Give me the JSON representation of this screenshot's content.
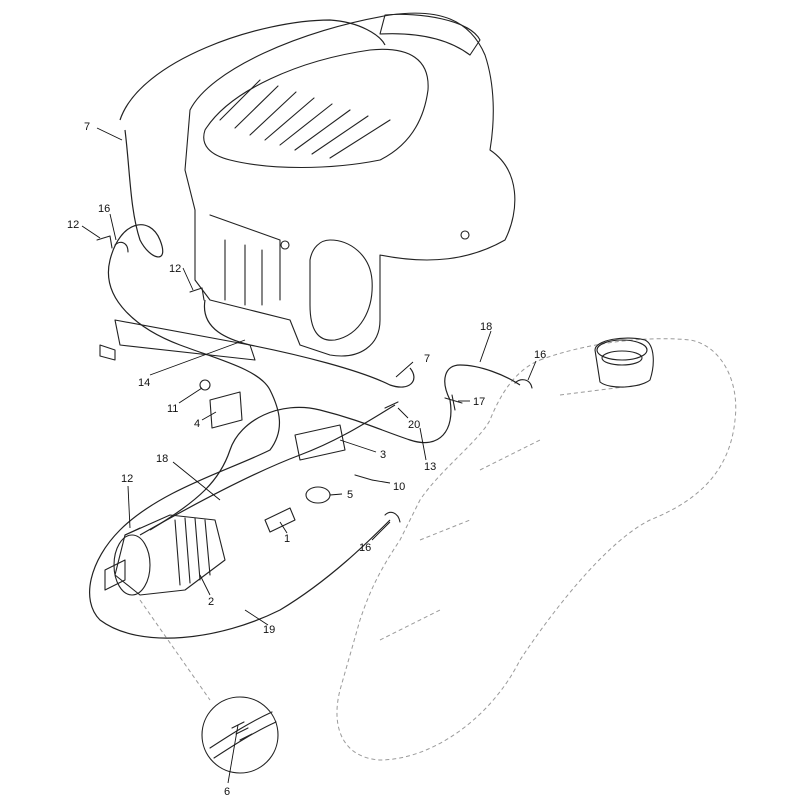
{
  "callouts": {
    "c1": "1",
    "c2": "2",
    "c3": "3",
    "c4": "4",
    "c5": "5",
    "c6": "6",
    "c7a": "7",
    "c7b": "7",
    "c10": "10",
    "c11": "11",
    "c12a": "12",
    "c12b": "12",
    "c12c": "12",
    "c13": "13",
    "c14": "14",
    "c16a": "16",
    "c16b": "16",
    "c16c": "16",
    "c17": "17",
    "c18a": "18",
    "c18b": "18",
    "c19": "19",
    "c20": "20"
  },
  "parts": {
    "engine": "engine-assembly",
    "fuel_tank": "fuel-tank",
    "canister": "charcoal-canister",
    "detail_inset": "hose-detail-inset"
  }
}
